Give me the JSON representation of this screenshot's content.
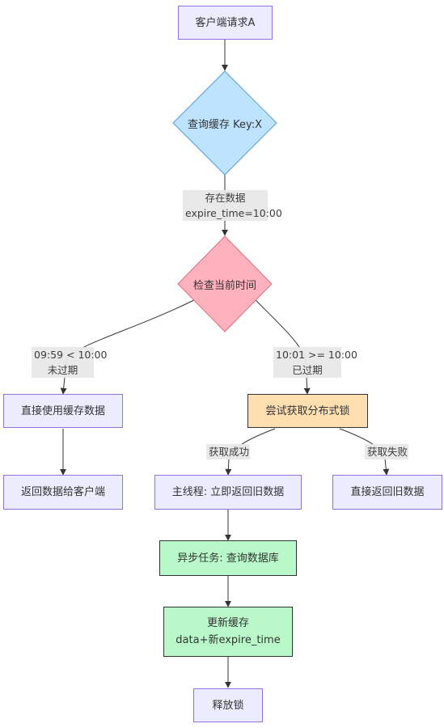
{
  "nodes": {
    "client_request": "客户端请求A",
    "query_cache": "查询缓存 Key:X",
    "check_time": "检查当前时间",
    "use_cache": "直接使用缓存数据",
    "return_client": "返回数据给客户端",
    "try_lock": "尝试获取分布式锁",
    "main_thread": "主线程: 立即返回旧数据",
    "direct_return": "直接返回旧数据",
    "async_task": "异步任务: 查询数据库",
    "update_cache_line1": "更新缓存",
    "update_cache_line2": "data+新expire_time",
    "release_lock": "释放锁"
  },
  "edges": {
    "data_exists_line1": "存在数据",
    "data_exists_line2": "expire_time=10:00",
    "not_expired_line1": "09:59 < 10:00",
    "not_expired_line2": "未过期",
    "expired_line1": "10:01 >= 10:00",
    "expired_line2": "已过期",
    "lock_success": "获取成功",
    "lock_fail": "获取失败"
  },
  "colors": {
    "default_fill": "#ececff",
    "default_stroke": "#9370db",
    "query_fill": "#bde3ff",
    "check_fill": "#ffb2bd",
    "lock_fill": "#ffdfb0",
    "async_fill": "#b9f8c9",
    "line": "#333333",
    "edge_label_bg": "#e8e8e8"
  }
}
